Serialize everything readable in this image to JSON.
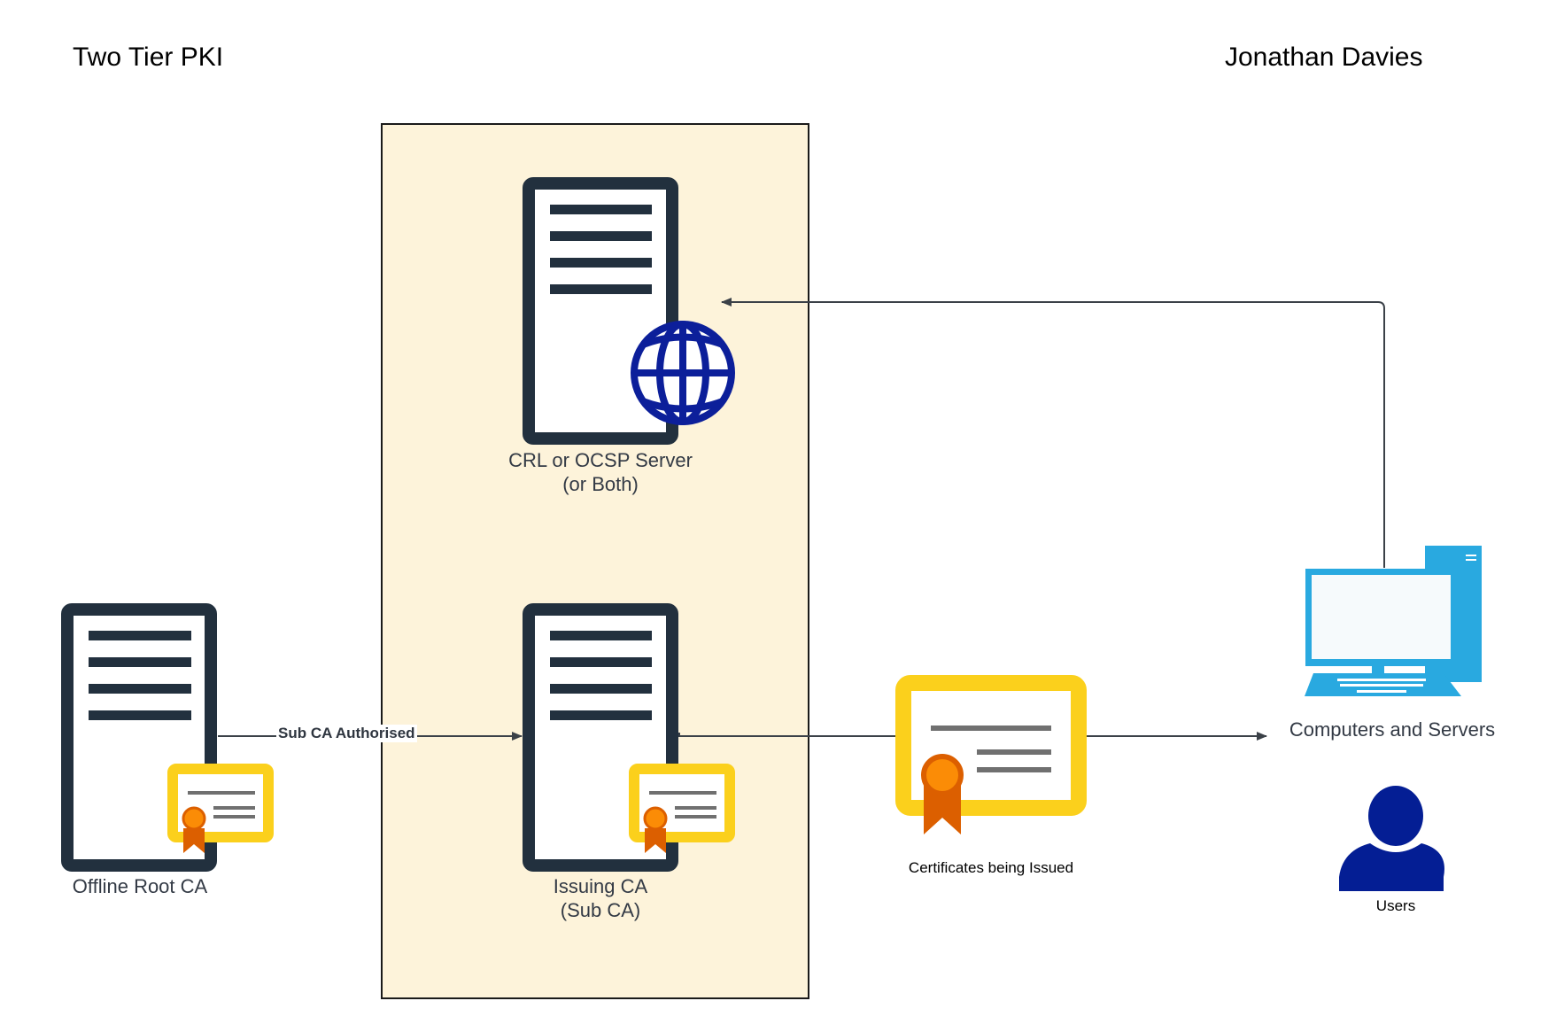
{
  "header": {
    "title": "Two Tier PKI",
    "author": "Jonathan Davies"
  },
  "nodes": {
    "offline_root": {
      "label": "Offline Root CA"
    },
    "crl_server": {
      "label_line1": "CRL or OCSP Server",
      "label_line2": "(or Both)"
    },
    "issuing_ca": {
      "label_line1": "Issuing CA",
      "label_line2": "(Sub CA)"
    },
    "certificates": {
      "label": "Certificates being Issued"
    },
    "computers": {
      "label": "Computers and Servers"
    },
    "users": {
      "label": "Users"
    }
  },
  "edges": {
    "root_to_issuing": {
      "label": "Sub CA Authorised"
    }
  },
  "colors": {
    "server_dark": "#22303e",
    "globe_blue": "#0c1f9a",
    "cert_yellow": "#fbd01c",
    "cert_ribbon": "#dc5f00",
    "cert_seal": "#fb8c06",
    "computer_blue": "#29a9e0",
    "user_blue": "#041e94",
    "zone_fill": "#fdf3da",
    "line": "#3b4148"
  },
  "icons": {
    "server": "server-tower-icon",
    "globe": "globe-icon",
    "certificate": "certificate-icon",
    "computer": "desktop-computer-icon",
    "user": "user-icon"
  }
}
